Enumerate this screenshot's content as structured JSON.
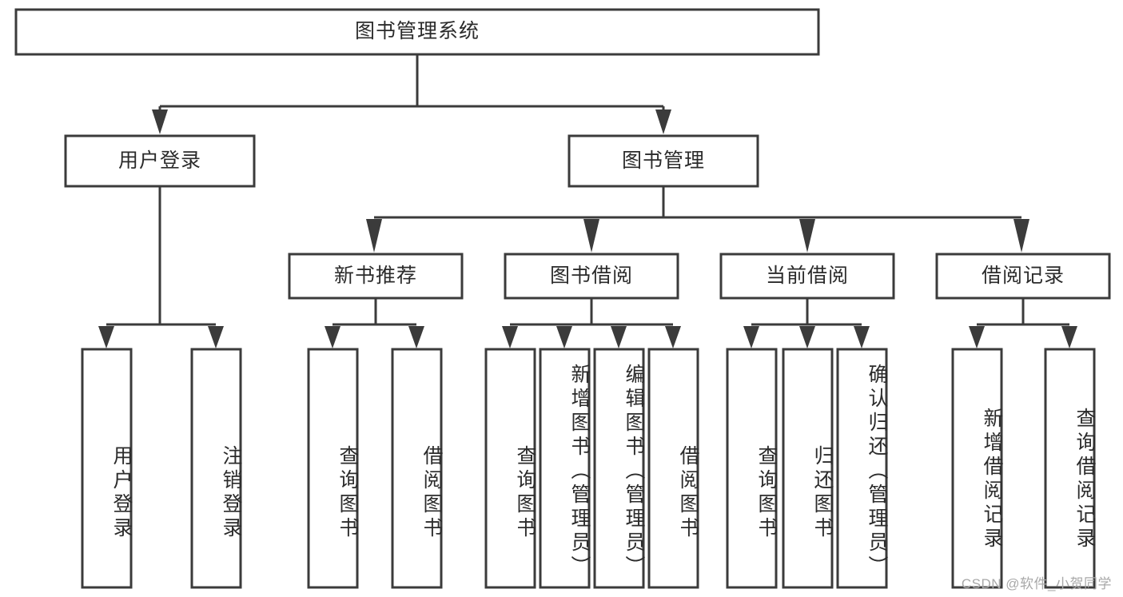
{
  "diagram": {
    "title": "图书管理系统",
    "type": "tree",
    "watermark": "CSDN @软件_小贺同学",
    "colors": {
      "box_stroke": "#3b3b3b",
      "box_fill": "#ffffff",
      "text": "#2b2b2b",
      "background": "#ffffff",
      "watermark": "#a8a8a8"
    },
    "nodes": {
      "root": {
        "label": "图书管理系统"
      },
      "level1": [
        {
          "id": "user-login",
          "label": "用户登录"
        },
        {
          "id": "book-management",
          "label": "图书管理"
        }
      ],
      "level2": [
        {
          "id": "new-book-recommend",
          "label": "新书推荐"
        },
        {
          "id": "book-borrow",
          "label": "图书借阅"
        },
        {
          "id": "current-borrow",
          "label": "当前借阅"
        },
        {
          "id": "borrow-record",
          "label": "借阅记录"
        }
      ],
      "leaves": {
        "user-login": [
          {
            "id": "leaf-user-login",
            "label": "用户登录"
          },
          {
            "id": "leaf-logout-login",
            "label": "注销登录"
          }
        ],
        "new-book-recommend": [
          {
            "id": "leaf-query-book-1",
            "label": "查询图书"
          },
          {
            "id": "leaf-borrow-book-1",
            "label": "借阅图书"
          }
        ],
        "book-borrow": [
          {
            "id": "leaf-query-book-2",
            "label": "查询图书"
          },
          {
            "id": "leaf-add-book",
            "label": "新增图书（管理员）"
          },
          {
            "id": "leaf-edit-book",
            "label": "编辑图书（管理员）"
          },
          {
            "id": "leaf-borrow-book-2",
            "label": "借阅图书"
          }
        ],
        "current-borrow": [
          {
            "id": "leaf-query-book-3",
            "label": "查询图书"
          },
          {
            "id": "leaf-return-book",
            "label": "归还图书"
          },
          {
            "id": "leaf-confirm-return",
            "label": "确认归还（管理员）"
          }
        ],
        "borrow-record": [
          {
            "id": "leaf-add-record",
            "label": "新增借阅记录"
          },
          {
            "id": "leaf-query-record",
            "label": "查询借阅记录"
          }
        ]
      }
    }
  }
}
